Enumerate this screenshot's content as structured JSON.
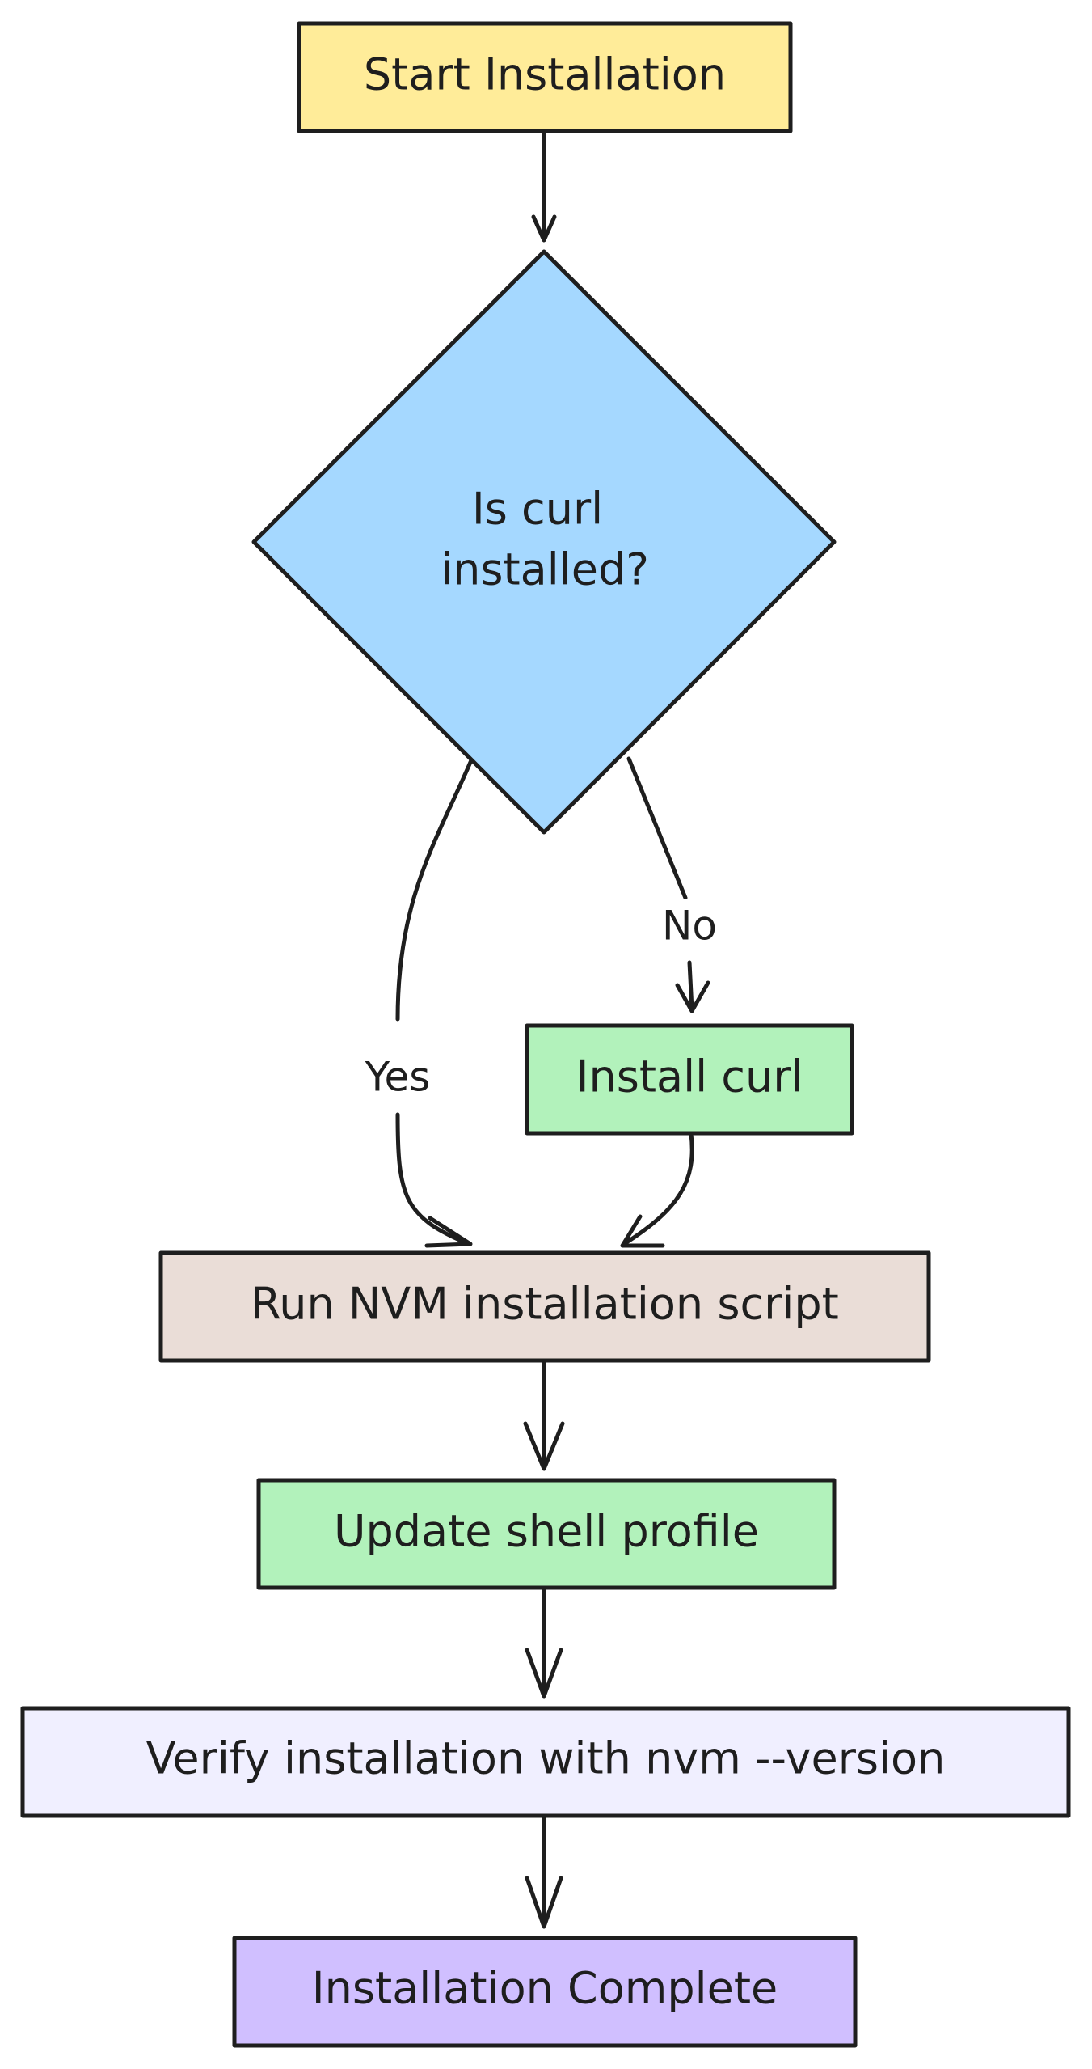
{
  "nodes": {
    "start": {
      "label": "Start Installation",
      "color": "#ffec99"
    },
    "decision": {
      "label_line1": "Is curl",
      "label_line2": "installed?",
      "color": "#a5d8ff"
    },
    "install_curl": {
      "label": "Install curl",
      "color": "#b2f2bb"
    },
    "run_script": {
      "label": "Run NVM installation script",
      "color": "#eaddd7"
    },
    "update_profile": {
      "label": "Update shell profile",
      "color": "#b2f2bb"
    },
    "verify": {
      "label": "Verify installation with nvm --version",
      "color": "#f0efff"
    },
    "complete": {
      "label": "Installation Complete",
      "color": "#d0bfff"
    }
  },
  "edges": {
    "yes_label": "Yes",
    "no_label": "No"
  },
  "stroke_color": "#1e1e1e"
}
